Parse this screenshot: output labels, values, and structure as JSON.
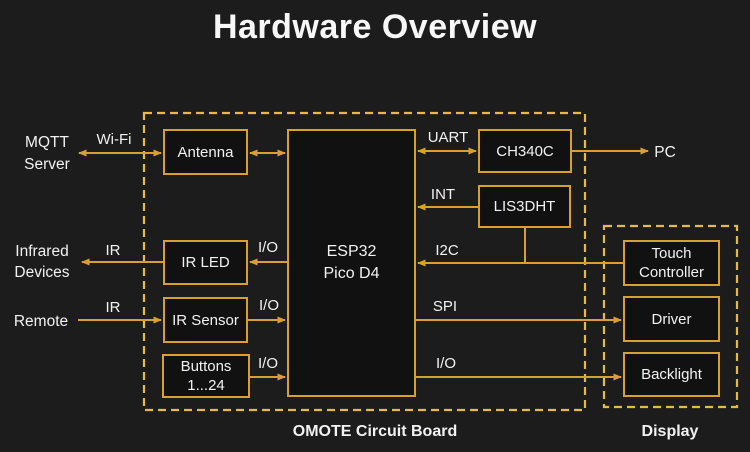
{
  "title": "Hardware Overview",
  "colors": {
    "accent": "#d9a02f",
    "dashed": "#e6bb45",
    "background": "#1c1c1c",
    "node_fill": "#111111",
    "text": "#f2f2f2"
  },
  "groups": {
    "circuit_board": {
      "label": "OMOTE Circuit Board"
    },
    "display": {
      "label": "Display"
    }
  },
  "nodes": {
    "antenna": {
      "label": "Antenna"
    },
    "esp32": {
      "line1": "ESP32",
      "line2": "Pico D4"
    },
    "ir_led": {
      "label": "IR LED"
    },
    "ir_sensor": {
      "label": "IR Sensor"
    },
    "buttons": {
      "line1": "Buttons",
      "line2": "1...24"
    },
    "ch340c": {
      "label": "CH340C"
    },
    "lis3dht": {
      "label": "LIS3DHT"
    },
    "touch_controller": {
      "line1": "Touch",
      "line2": "Controller"
    },
    "driver": {
      "label": "Driver"
    },
    "backlight": {
      "label": "Backlight"
    }
  },
  "externals": {
    "mqtt_server": {
      "line1": "MQTT",
      "line2": "Server"
    },
    "infrared_devices": {
      "line1": "Infrared",
      "line2": "Devices"
    },
    "remote": {
      "label": "Remote"
    },
    "pc": {
      "label": "PC"
    }
  },
  "edge_labels": {
    "wifi": "Wi-Fi",
    "ir_to_devices": "IR",
    "ir_from_remote": "IR",
    "uart": "UART",
    "int": "INT",
    "i2c": "I2C",
    "spi": "SPI",
    "io_ir_led": "I/O",
    "io_ir_sensor": "I/O",
    "io_buttons": "I/O",
    "io_backlight": "I/O"
  }
}
